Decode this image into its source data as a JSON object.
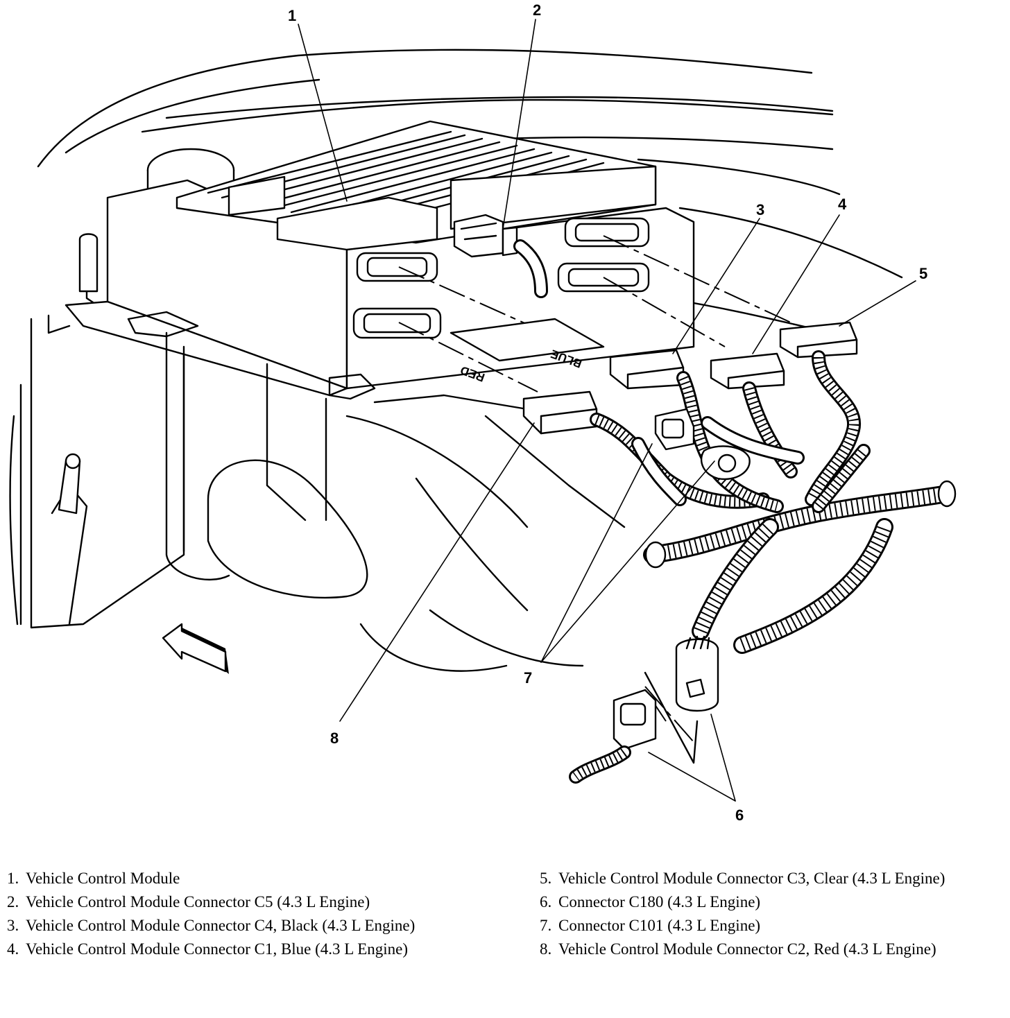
{
  "callouts": [
    "1",
    "2",
    "3",
    "4",
    "5",
    "6",
    "7",
    "8"
  ],
  "connector_labels": {
    "blue": "BLUE",
    "red": "RED"
  },
  "legend": [
    {
      "num": "1.",
      "text": "Vehicle Control Module"
    },
    {
      "num": "2.",
      "text": "Vehicle Control Module Connector C5 (4.3 L Engine)"
    },
    {
      "num": "3.",
      "text": "Vehicle Control Module Connector C4, Black (4.3 L Engine)"
    },
    {
      "num": "4.",
      "text": "Vehicle Control Module Connector C1, Blue (4.3 L Engine)"
    },
    {
      "num": "5.",
      "text": "Vehicle Control Module Connector C3, Clear (4.3 L Engine)"
    },
    {
      "num": "6.",
      "text": "Connector C180 (4.3 L Engine)"
    },
    {
      "num": "7.",
      "text": "Connector C101 (4.3 L Engine)"
    },
    {
      "num": "8.",
      "text": "Vehicle Control Module Connector C2, Red (4.3 L Engine)"
    }
  ]
}
